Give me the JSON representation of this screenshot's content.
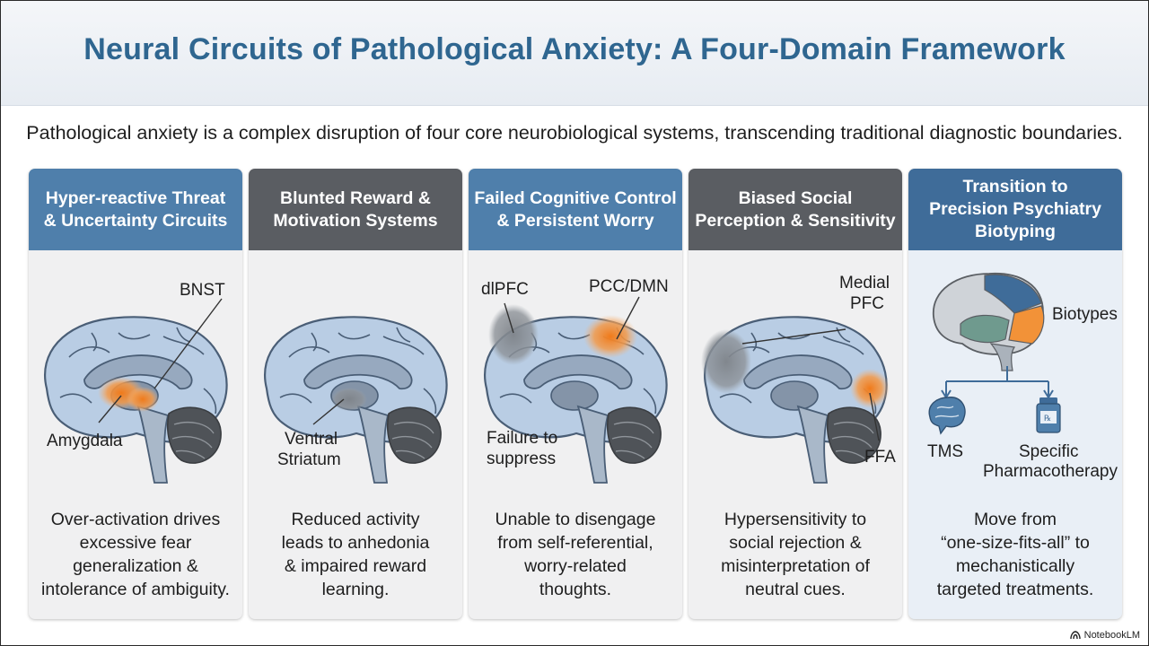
{
  "title": "Neural Circuits of Pathological Anxiety: A Four-Domain Framework",
  "subtitle": "Pathological anxiety is a complex disruption of four core neurobiological systems, transcending traditional diagnostic boundaries.",
  "colors": {
    "title": "#2f6690",
    "header_blue": "#4f7fab",
    "header_gray": "#5a5d62",
    "highlight_orange": "#f08a2e",
    "highlight_gray": "#8a8f95"
  },
  "cards": [
    {
      "header": [
        "Hyper-reactive Threat",
        "& Uncertainty Circuits"
      ],
      "labels": {
        "a": "BNST",
        "b": "Amygdala"
      },
      "desc": [
        "Over-activation drives",
        "excessive fear",
        "generalization &",
        "intolerance of ambiguity."
      ]
    },
    {
      "header": [
        "Blunted Reward &",
        "Motivation Systems"
      ],
      "labels": {
        "a": "Ventral",
        "b": "Striatum"
      },
      "desc": [
        "Reduced activity",
        "leads to anhedonia",
        "& impaired reward",
        "learning."
      ]
    },
    {
      "header": [
        "Failed Cognitive Control",
        "& Persistent Worry"
      ],
      "labels": {
        "a": "dlPFC",
        "b": "PCC/DMN",
        "c": "Failure to",
        "d": "suppress"
      },
      "desc": [
        "Unable to disengage",
        "from self-referential,",
        "worry-related",
        "thoughts."
      ]
    },
    {
      "header": [
        "Biased Social",
        "Perception & Sensitivity"
      ],
      "labels": {
        "a": "Medial",
        "b": "PFC",
        "c": "FFA"
      },
      "desc": [
        "Hypersensitivity to",
        "social rejection &",
        "misinterpretation of",
        "neutral cues."
      ]
    },
    {
      "header": [
        "Transition to",
        "Precision Psychiatry",
        "Biotyping"
      ],
      "labels": {
        "a": "Biotypes",
        "b": "TMS",
        "c": "Specific",
        "d": "Pharmacotherapy"
      },
      "desc": [
        "Move from",
        "“one-size-fits-all” to",
        "mechanistically",
        "targeted treatments."
      ]
    }
  ],
  "brand": "NotebookLM"
}
